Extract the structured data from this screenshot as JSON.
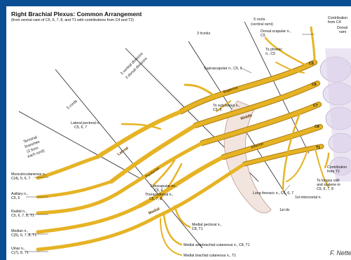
{
  "title": "Right Brachial Plexus: Common Arrangement",
  "subtitle": "(from ventral rami of C5, 6, 7, 8, and T1 with contributions from C4 and T2)",
  "divisions": {
    "cords": "5 cords",
    "divisions_line1": "3 ventral divisions",
    "divisions_line2": "3 dorsal divisions",
    "trunks": "3 trunks",
    "roots_line1": "5 roots",
    "roots_line2": "(ventral rami)",
    "terminal_line1": "Terminal",
    "terminal_line2": "branches",
    "terminal_line3": "(2 from",
    "terminal_line4": "each cord)"
  },
  "trunk_labels": {
    "superior": "Superior",
    "middle": "Middle",
    "inferior": "Inferior"
  },
  "cord_labels": {
    "lateral": "Lateral",
    "posterior": "Posterior",
    "medial": "Medial"
  },
  "vertebrae": [
    "C5",
    "C6",
    "C7",
    "C8",
    "T1"
  ],
  "nerve_labels": {
    "contrib_c4_1": "Contribution",
    "contrib_c4_2": "from C4",
    "dorsal_rami_1": "Dorsal",
    "dorsal_rami_2": "rami",
    "dorsal_scapular_1": "Dorsal scapular n.,",
    "dorsal_scapular_2": "C5",
    "phrenic_1": "To phrenic",
    "phrenic_2": "n., C5",
    "suprascapular": "Suprascapular n., C5, 6",
    "subclavius_1": "To subclavius n.,",
    "subclavius_2": "C5, 6",
    "lateral_pectoral_1": "Lateral pectoral n.,",
    "lateral_pectoral_2": "C5, 6, 7",
    "musculocutaneous_1": "Musculocutaneous n.,",
    "musculocutaneous_2": "C(4), 5, 6, 7",
    "axillary_1": "Axillary n.,",
    "axillary_2": "C5, 6",
    "radial_1": "Radial n.,",
    "radial_2": "C5, 6, 7, 8, T1",
    "median_1": "Median n.,",
    "median_2": "C(5), 6, 7, 8, T1",
    "ulnar_1": "Ulnar n.,",
    "ulnar_2": "C(7), 8, T1",
    "subscapular_1": "Subscapular nn.,",
    "subscapular_2": "C5, 6",
    "thoracodorsal_1": "Thoracodorsal n.,",
    "thoracodorsal_2": "C6, 7, 8",
    "medial_pectoral_1": "Medial pectoral n.,",
    "medial_pectoral_2": "C8, T1",
    "medial_antebrachial": "Medial antebrachial cutaneous n., C8, T1",
    "medial_brachial": "Medial brachial cutaneous n., T1",
    "long_thoracic": "Long thoracic n., C5, 6, 7",
    "first_rib": "1st rib",
    "contrib_t2_1": "Contribution",
    "contrib_t2_2": "from T2",
    "longus_1": "To longus colli",
    "longus_2": "and scalene m",
    "longus_3": "C5, 6, 7, 8",
    "first_intercostal": "1st intercostal n."
  },
  "signature": "F. Netter",
  "colors": {
    "frame": "#0a4f93",
    "nerve": "#e6b325",
    "nerve_edge": "#a97b10",
    "bone": "#e9e2f2",
    "rib": "#f2e4de"
  }
}
